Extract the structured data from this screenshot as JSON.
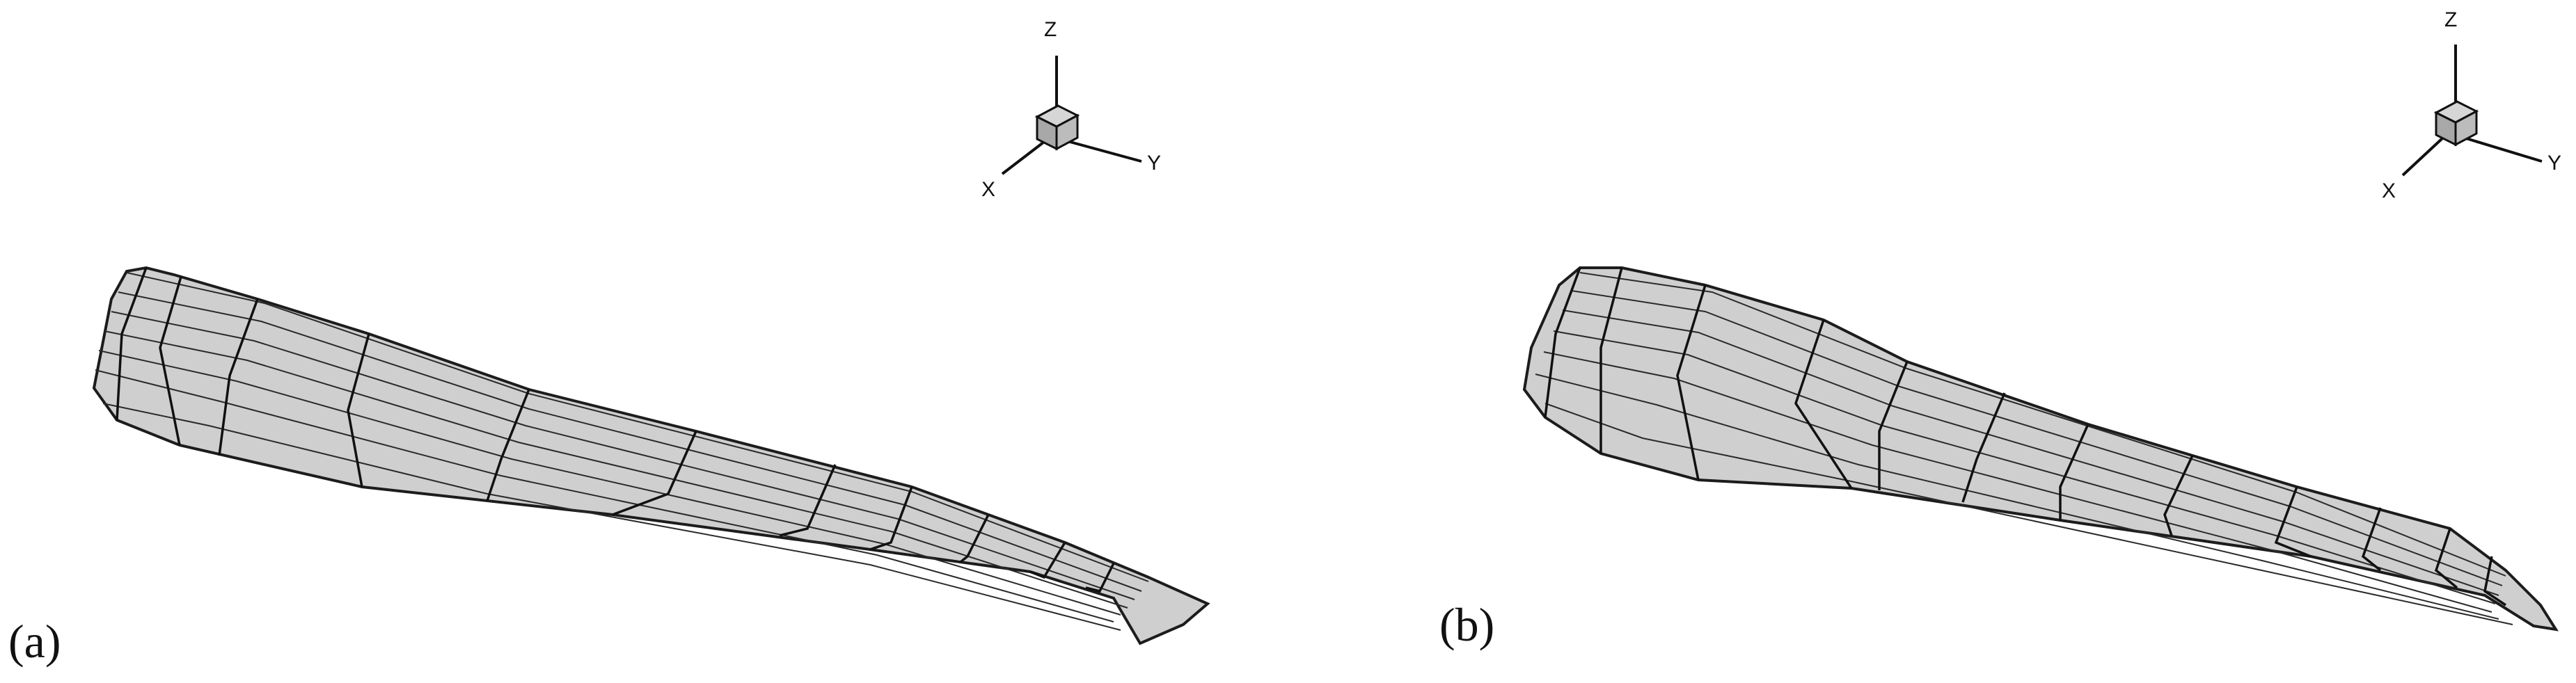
{
  "panels": [
    {
      "label": "(a)",
      "axes": {
        "x": "X",
        "y": "Y",
        "z": "Z"
      }
    },
    {
      "label": "(b)",
      "axes": {
        "x": "X",
        "y": "Y",
        "z": "Z"
      }
    }
  ],
  "colors": {
    "surface": "#cfcfcf",
    "surface_shade": "#bdbdbd",
    "mesh_line": "#1c1c1c",
    "cube_fill": "#b8b8b8",
    "axis_line": "#111111"
  }
}
